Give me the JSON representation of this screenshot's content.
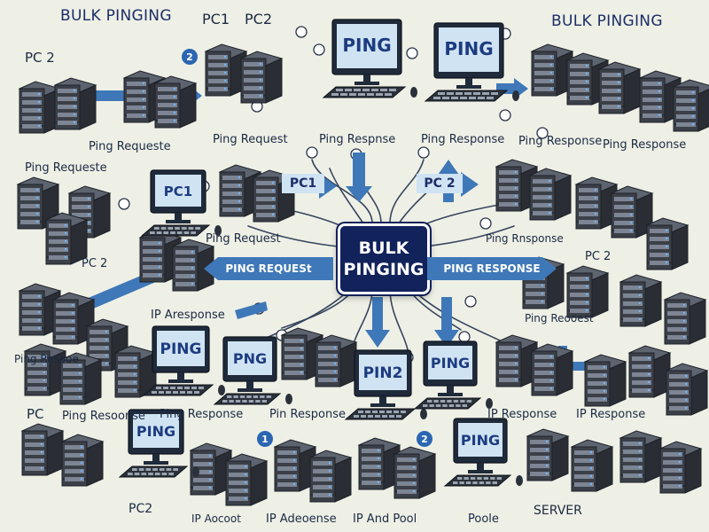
{
  "title_left": "BULK PINGING",
  "title_right": "BULK PINGING",
  "hub": {
    "line1": "BULK",
    "line2": "PINGING"
  },
  "bands": {
    "left": "PING REQUESt",
    "right": "PING RESPONSE"
  },
  "pc_tags": {
    "left": "PC1",
    "right": "PC 2"
  },
  "screen_labels": [
    "PING",
    "PING",
    "PC1",
    "PING",
    "PNG",
    "PIN2",
    "PING",
    "PING"
  ],
  "badges": [
    "2",
    "1",
    "2"
  ],
  "text_labels": [
    "PC1",
    "PC2",
    "PC 2",
    "Ping Requeste",
    "Ping Request",
    "Ping Respnse",
    "Ping Response",
    "Ping Response",
    "Ping Response",
    "Ping Requeste",
    "Ping Request",
    "Ping Rnsponse",
    "PC 2",
    "PC 2",
    "IP Aresponse",
    "Ping Reooest",
    "Ping Resooe",
    "PC",
    "Ping Resoonse",
    "Ping Response",
    "Pin Response",
    "IP Response",
    "IP Response",
    "PC2",
    "IP Aocoot",
    "IP Adeoense",
    "IP And Pool",
    "Poole",
    "SERVER"
  ],
  "colors": {
    "background": "#eef0e6",
    "hub": "#12225a",
    "arrow": "#3f78b8",
    "rack": "#3b3f47",
    "screen": "#cfe3f3"
  },
  "icons": [
    "server-rack-icon",
    "monitor-icon",
    "keyboard-icon",
    "mouse-icon",
    "pin-icon",
    "arrow-icon"
  ]
}
